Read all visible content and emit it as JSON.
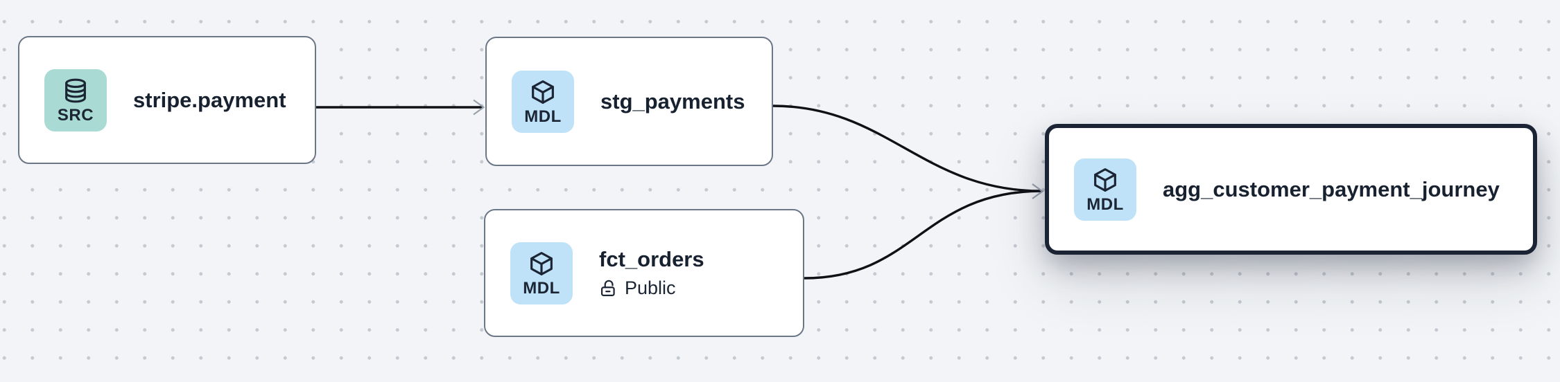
{
  "app": {
    "view": "data lineage graph"
  },
  "colors": {
    "background": "#f2f4f7",
    "grid_dot": "#c5c9d1",
    "node_fill": "#ffffff",
    "node_border": "#6b7687",
    "selected_node_border": "#1b2434",
    "source_badge_bg": "#a9dbd4",
    "model_badge_bg": "#bfe2f8",
    "icon_text_dark": "#1b2534",
    "edge_stroke": "#0f1115",
    "arrowhead_stroke": "#99a1ad"
  },
  "nodes": [
    {
      "label": "stripe.payment",
      "badge_text": "SRC",
      "badge_icon": "database-icon",
      "type": "source",
      "selected": false
    },
    {
      "label": "stg_payments",
      "badge_text": "MDL",
      "badge_icon": "cube-icon",
      "type": "model",
      "selected": false
    },
    {
      "label": "fct_orders",
      "badge_text": "MDL",
      "badge_icon": "cube-icon",
      "type": "model",
      "access_icon": "lock-open-icon",
      "access_label": "Public",
      "selected": false
    },
    {
      "label": "agg_customer_payment_journey",
      "badge_text": "MDL",
      "badge_icon": "cube-icon",
      "type": "model",
      "selected": true
    }
  ],
  "edges": [
    {
      "from": "stripe.payment",
      "to": "stg_payments"
    },
    {
      "from": "stg_payments",
      "to": "agg_customer_payment_journey"
    },
    {
      "from": "fct_orders",
      "to": "agg_customer_payment_journey"
    }
  ]
}
